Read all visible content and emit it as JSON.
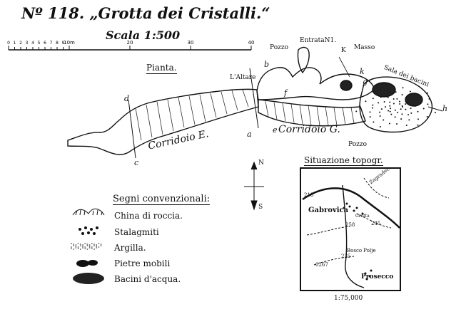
{
  "title": "Nº 118. „Grotta dei Cristalli.“",
  "scale_title": "Scala 1:500",
  "scale_bar": {
    "ticks": [
      "0",
      "1",
      "2",
      "3",
      "4",
      "5",
      "6",
      "7",
      "8",
      "9",
      "10m",
      "20",
      "30",
      "40"
    ],
    "values": [
      0,
      1,
      2,
      3,
      4,
      5,
      6,
      7,
      8,
      9,
      10,
      20,
      30,
      40
    ]
  },
  "plan_title": "Pianta.",
  "plan_labels": {
    "pozzo_top": "Pozzo",
    "entrata": "EntrataN1.",
    "k": "K",
    "masso": "Masso",
    "sala": "Sala dei bacini",
    "altare": "L'Altare",
    "b": "b",
    "k_small": "k",
    "g": "g",
    "f": "f",
    "h": "h",
    "d": "d",
    "a": "a",
    "e": "e",
    "c": "c",
    "corridoio_e": "Corridoio E.",
    "corridoio_g": "Corridoio G.",
    "pozzo_bottom": "Pozzo"
  },
  "compass": {
    "north": "N",
    "south": "S"
  },
  "legend": {
    "title": "Segni convenzionali:",
    "items": [
      {
        "label": "China di roccia.",
        "icon": "rock-slope-icon"
      },
      {
        "label": "Stalagmiti",
        "icon": "stalagmite-icon"
      },
      {
        "label": "Argilla.",
        "icon": "clay-icon"
      },
      {
        "label": "Pietre mobili",
        "icon": "loose-stones-icon"
      },
      {
        "label": "Bacini d'acqua.",
        "icon": "water-basin-icon"
      }
    ]
  },
  "situation": {
    "title": "Situazione topogr.",
    "scale": "1:75,000",
    "labels": {
      "gabrovica": "Gabrovica",
      "grotta": "Grotta",
      "prosecco": "Prosecco",
      "boscopolje": "Bosco Polje",
      "e218": "218",
      "e258": "258",
      "e245": "245",
      "e235": "235",
      "e267": "0267",
      "zagradec": "Zagradec"
    }
  }
}
